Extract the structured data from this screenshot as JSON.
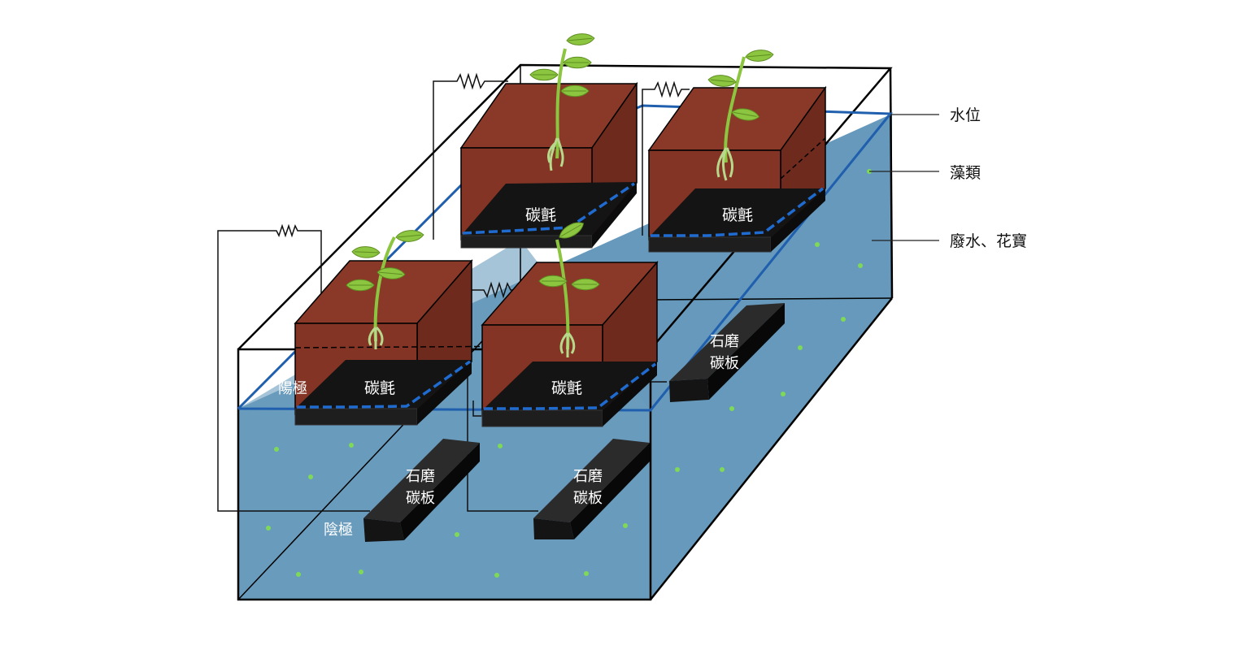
{
  "legend": {
    "water_level": "水位",
    "algae": "藻類",
    "wastewater": "廢水、花寶"
  },
  "labels": {
    "felt": "碳氈",
    "anode": "陽極",
    "cathode": "陰極",
    "graphite_line1": "石磨",
    "graphite_line2": "碳板"
  },
  "colors": {
    "water": "#6699bb",
    "water_line": "#1f5fae",
    "soil": "#833424",
    "felt": "#141414",
    "plant": "#8cc53f",
    "algae_dot": "#7ed957"
  }
}
